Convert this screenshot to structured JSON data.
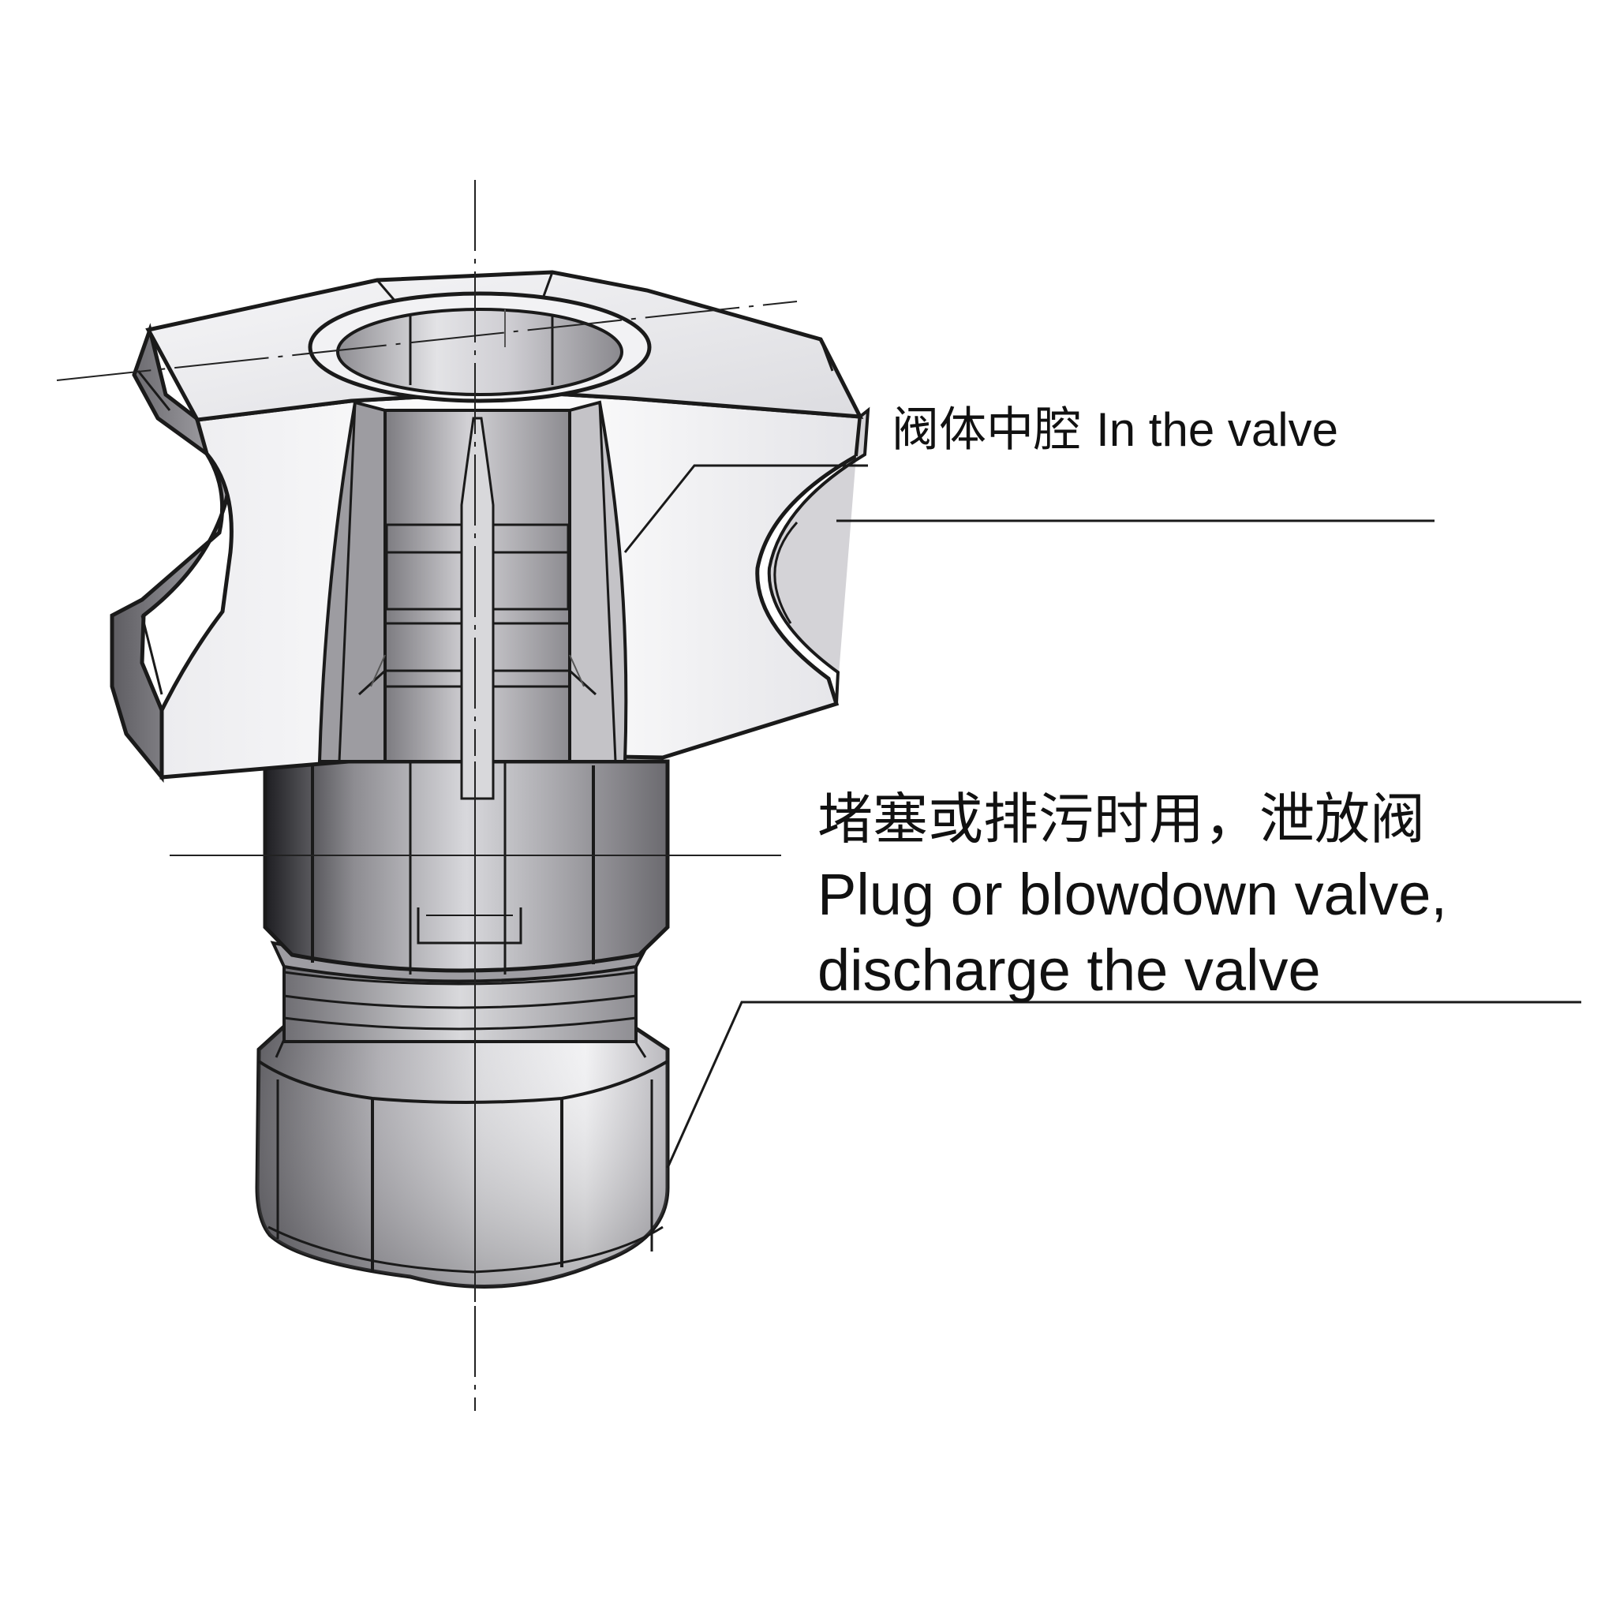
{
  "colors": {
    "background": "#ffffff",
    "outline": "#1a1a1a",
    "metal_light": "#f4f4f6",
    "metal_mid": "#b9b8bd",
    "metal_dark": "#4a494e",
    "centerline": "#222222"
  },
  "callouts": {
    "cavity": {
      "zh": "阀体中腔",
      "en": "In the valve"
    },
    "plug": {
      "zh": "堵塞或排污时用，泄放阀",
      "en_line1": "Plug or blowdown valve,",
      "en_line2": "discharge the valve"
    }
  }
}
